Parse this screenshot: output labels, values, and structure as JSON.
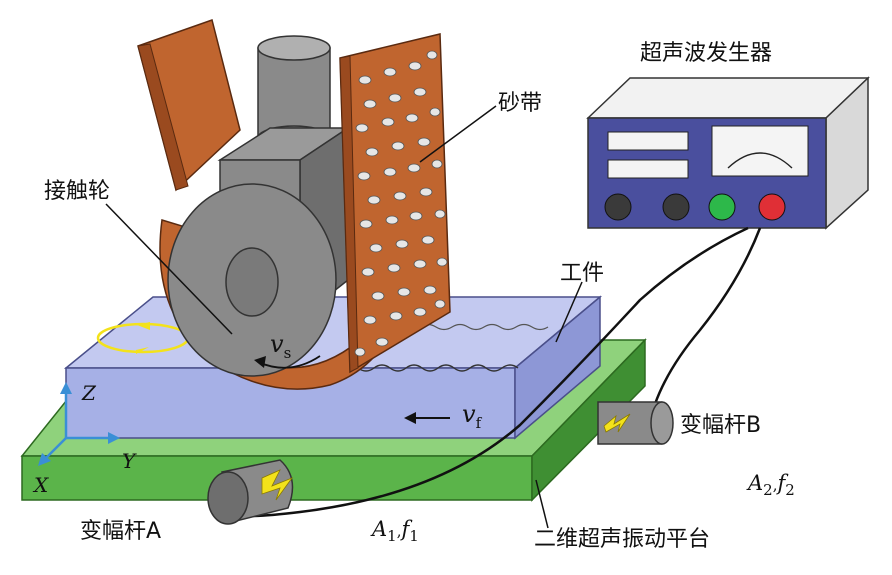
{
  "labels": {
    "ultrasonic_generator": "超声波发生器",
    "abrasive_belt": "砂带",
    "contact_wheel": "接触轮",
    "workpiece": "工件",
    "horn_a": "变幅杆A",
    "horn_b": "变幅杆B",
    "platform": "二维超声振动平台"
  },
  "math": {
    "vs": {
      "main": "v",
      "sub": "s"
    },
    "vf": {
      "main": "v",
      "sub": "f"
    },
    "a1f1": {
      "a": "A",
      "a_sub": "1",
      "sep": ",",
      "f": "f",
      "f_sub": "1"
    },
    "a2f2": {
      "a": "A",
      "a_sub": "2",
      "sep": ",",
      "f": "f",
      "f_sub": "2"
    }
  },
  "axes": {
    "z": "Z",
    "y": "Y",
    "x": "X"
  },
  "colors": {
    "platform_green": "#5bb44a",
    "workpiece_blue": "#a6b0e6",
    "belt_brown": "#c0652f",
    "wheel_gray": "#808080",
    "panel_blue": "#4a4f9e",
    "axis_blue": "#3a8fd6",
    "knob_green": "#2db84a",
    "knob_red": "#e02f36",
    "lightning_yellow": "#f3e21b"
  }
}
